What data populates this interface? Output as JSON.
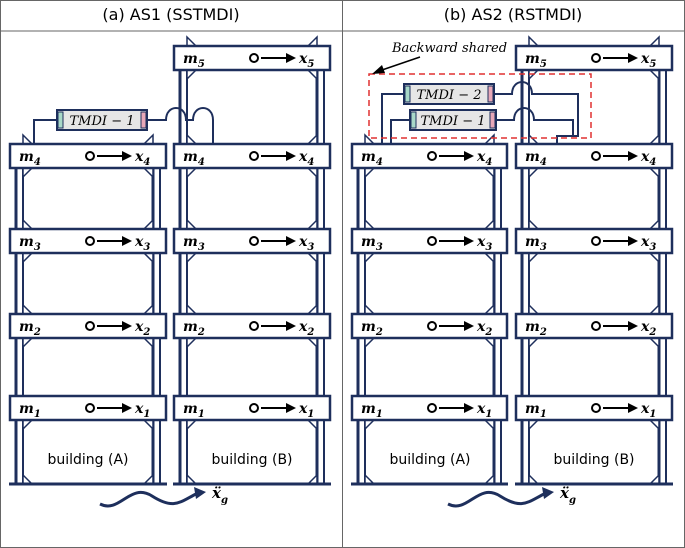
{
  "panels": [
    {
      "title": "(a) AS1 (SSTMDI)",
      "building_a_label": "building (A)",
      "building_b_label": "building (B)",
      "tmdi_labels": [
        "TMDI − 1"
      ],
      "annotation": ""
    },
    {
      "title": "(b) AS2 (RSTMDI)",
      "building_a_label": "building (A)",
      "building_b_label": "building (B)",
      "tmdi_labels": [
        "TMDI − 2",
        "TMDI − 1"
      ],
      "annotation": "Backward shared"
    }
  ],
  "floors_a": [
    {
      "m": "m",
      "mi": "1",
      "x": "x",
      "xi": "1"
    },
    {
      "m": "m",
      "mi": "2",
      "x": "x",
      "xi": "2"
    },
    {
      "m": "m",
      "mi": "3",
      "x": "x",
      "xi": "3"
    },
    {
      "m": "m",
      "mi": "4",
      "x": "x",
      "xi": "4"
    }
  ],
  "floors_b": [
    {
      "m": "m",
      "mi": "1",
      "x": "x",
      "xi": "1"
    },
    {
      "m": "m",
      "mi": "2",
      "x": "x",
      "xi": "2"
    },
    {
      "m": "m",
      "mi": "3",
      "x": "x",
      "xi": "3"
    },
    {
      "m": "m",
      "mi": "4",
      "x": "x",
      "xi": "4"
    },
    {
      "m": "m",
      "mi": "5",
      "x": "x",
      "xi": "5"
    }
  ],
  "ground_excitation": {
    "symbol": "ẍ",
    "sub": "g"
  },
  "colors": {
    "structure": "#1e2f5c",
    "border": "#666666",
    "annotation_box": "#e03030",
    "tmdi_left_cap": "#a8d8c8",
    "tmdi_right_cap": "#e8a8b8",
    "tmdi_body": "#e6e6e6"
  }
}
